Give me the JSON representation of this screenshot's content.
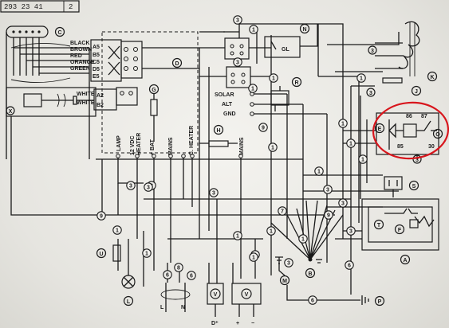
{
  "header": {
    "code": "293 23 41",
    "sheet": "2"
  },
  "wires": [
    "BLACK",
    "BROWN",
    "RED",
    "ORANGE",
    "GREEN",
    "WHITE",
    "WHITE"
  ],
  "pins": [
    "A5",
    "B5",
    "C5",
    "D5",
    "E5",
    "A2",
    "B2"
  ],
  "terminals": [
    "LAMP",
    "12 VDC",
    "HEATER",
    "+ BAT",
    "MAINS",
    "C. HEATER",
    "MAINS"
  ],
  "charge": [
    "SOLAR",
    "ALT",
    "GND"
  ],
  "relay": [
    "86",
    "87",
    "85",
    "30"
  ],
  "cable": [
    "L",
    "N"
  ],
  "meters": [
    "D⁺",
    "+",
    "−"
  ],
  "components": {
    "a": "A",
    "b": "B",
    "c": "C",
    "d": "D",
    "e": "E",
    "f": "F",
    "g": "G",
    "h": "H",
    "j": "J",
    "k": "K",
    "l": "L",
    "m": "M",
    "n": "N",
    "o": "O",
    "p": "P",
    "r": "R",
    "s": "S",
    "t": "T",
    "u": "U",
    "x": "X",
    "gl": "GL"
  },
  "markers": [
    "3",
    "1",
    "3",
    "1",
    "1",
    "1",
    "3",
    "1",
    "9",
    "1",
    "1",
    "3",
    "3",
    "3",
    "1",
    "8",
    "1",
    "9",
    "1",
    "1",
    "1",
    "3",
    "1",
    "3",
    "9",
    "6",
    "1",
    "7",
    "6",
    "6",
    "6",
    "3",
    "3",
    "1",
    "1"
  ]
}
